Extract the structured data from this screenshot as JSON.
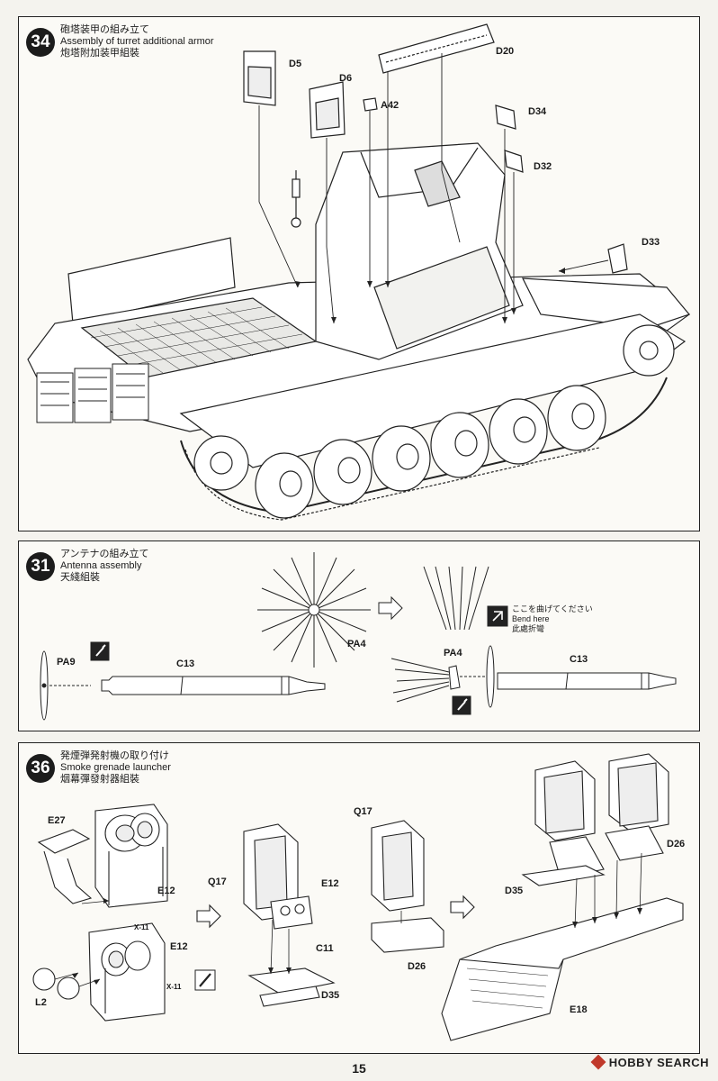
{
  "steps": [
    {
      "number": "34",
      "title_ja": "砲塔装甲の組み立て",
      "title_en": "Assembly of turret additional armor",
      "title_zh": "炮塔附加装甲組裝",
      "parts": [
        "D5",
        "D6",
        "A42",
        "D20",
        "D34",
        "D32",
        "D33"
      ]
    },
    {
      "number": "31",
      "title_ja": "アンテナの組み立て",
      "title_en": "Antenna assembly",
      "title_zh": "天綫組裝",
      "parts": [
        "PA9",
        "C13",
        "PA4",
        "PA4",
        "C13"
      ],
      "bend_note": {
        "ja": "ここを曲げてください",
        "en": "Bend here",
        "zh": "此處折彎"
      }
    },
    {
      "number": "36",
      "title_ja": "発煙弾発射機の取り付け",
      "title_en": "Smoke grenade launcher",
      "title_zh": "烟幕彈發射器組裝",
      "parts": [
        "E27",
        "E12",
        "E12",
        "X-11",
        "X-11",
        "L2",
        "Q17",
        "E12",
        "C11",
        "D35",
        "Q17",
        "D26",
        "D26",
        "D35",
        "E18"
      ]
    }
  ],
  "page_number": "15",
  "watermark": "HOBBY SEARCH"
}
